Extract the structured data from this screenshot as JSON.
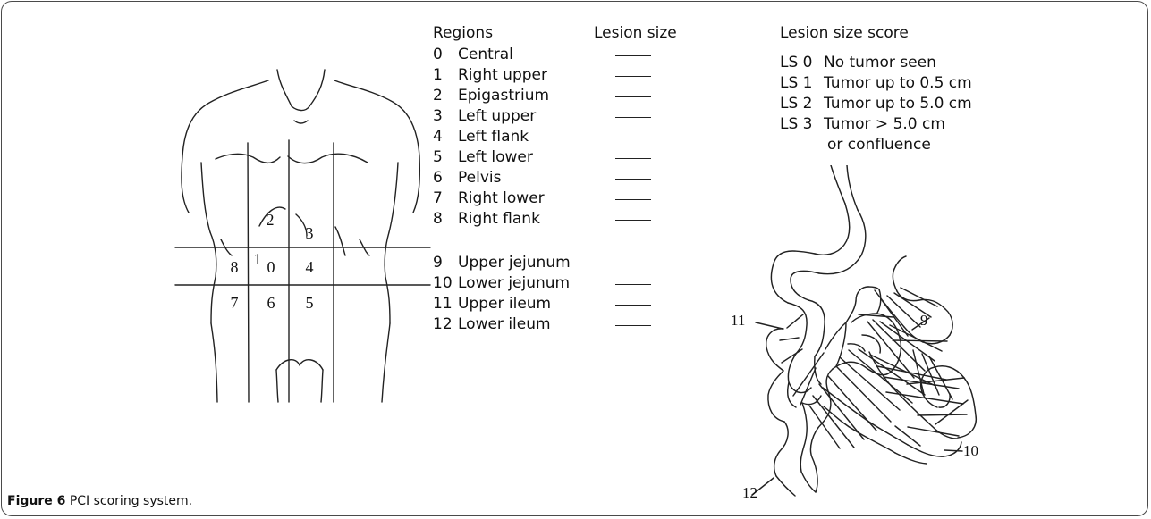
{
  "torso_figure": {
    "region_labels": [
      "1",
      "2",
      "3",
      "8",
      "0",
      "4",
      "7",
      "6",
      "5"
    ]
  },
  "regions": {
    "heading": "Regions",
    "size_heading": "Lesion size",
    "items": [
      {
        "number": "0",
        "name": "Central"
      },
      {
        "number": "1",
        "name": "Right upper"
      },
      {
        "number": "2",
        "name": "Epigastrium"
      },
      {
        "number": "3",
        "name": "Left upper"
      },
      {
        "number": "4",
        "name": "Left flank"
      },
      {
        "number": "5",
        "name": "Left lower"
      },
      {
        "number": "6",
        "name": "Pelvis"
      },
      {
        "number": "7",
        "name": "Right lower"
      },
      {
        "number": "8",
        "name": "Right flank"
      },
      {
        "number": "9",
        "name": "Upper jejunum"
      },
      {
        "number": "10",
        "name": "Lower jejunum"
      },
      {
        "number": "11",
        "name": "Upper ileum"
      },
      {
        "number": "12",
        "name": "Lower ileum"
      }
    ]
  },
  "lesion_score": {
    "heading": "Lesion size score",
    "items": [
      {
        "code": "LS 0",
        "text": "No tumor seen"
      },
      {
        "code": "LS 1",
        "text": "Tumor up to 0.5 cm"
      },
      {
        "code": "LS 2",
        "text": "Tumor up to 5.0 cm"
      },
      {
        "code": "LS 3",
        "text": "Tumor > 5.0 cm"
      },
      {
        "code": "",
        "text": "or confluence"
      }
    ]
  },
  "bowel_figure": {
    "labels": [
      "11",
      "9",
      "10",
      "12"
    ]
  },
  "caption": {
    "label": "Figure 6",
    "text": " PCI scoring system."
  }
}
